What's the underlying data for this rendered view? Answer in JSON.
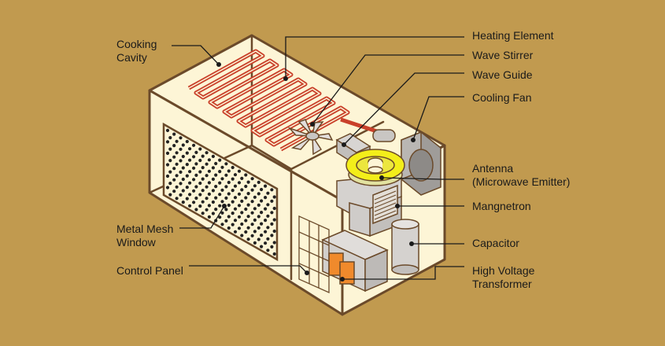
{
  "diagram": {
    "labels": {
      "cooking_cavity": [
        "Cooking",
        "Cavity"
      ],
      "heating_element": [
        "Heating Element"
      ],
      "wave_stirrer": [
        "Wave Stirrer"
      ],
      "wave_guide": [
        "Wave Guide"
      ],
      "cooling_fan": [
        "Cooling Fan"
      ],
      "antenna": [
        "Antenna",
        "(Microwave Emitter)"
      ],
      "magnetron": [
        "Mangnetron"
      ],
      "metal_mesh_window": [
        "Metal Mesh",
        "Window"
      ],
      "capacitor": [
        "Capacitor"
      ],
      "control_panel": [
        "Control Panel"
      ],
      "high_voltage_transformer": [
        "High Voltage",
        "Transformer"
      ]
    },
    "colors": {
      "background": "#c19a4f",
      "housing_fill": "#fdf5d6",
      "outline": "#6b4a2a",
      "heating_coil": "#c9402a",
      "antenna_disc": "#f3ee1a",
      "component_gray": "#c9c6c3",
      "transformer_coil": "#f08a2c",
      "mesh_dots": "#222222"
    }
  }
}
